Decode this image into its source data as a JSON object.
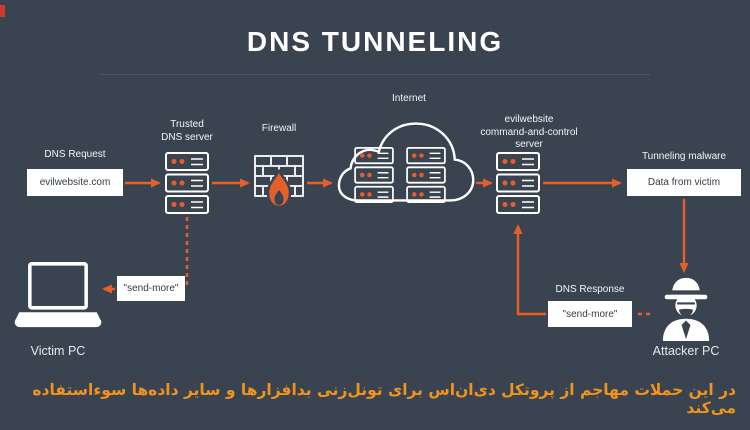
{
  "title": "DNS TUNNELING",
  "caption": "در این حملات مهاجم از پروتکل دی‌ان‌اس برای تونل‌زنی بدافزارها و سایر داده‌ها سوءاستفاده می‌کند",
  "labels": {
    "dns_request": "DNS Request",
    "trusted_dns": "Trusted\nDNS server",
    "firewall": "Firewall",
    "internet": "Internet",
    "c2": "evilwebsite\ncommand-and-control\nserver",
    "tunneling_malware": "Tunneling malware",
    "dns_response": "DNS Response",
    "victim_pc": "Victim PC",
    "attacker_pc": "Attacker PC"
  },
  "boxes": {
    "evil_domain": "evilwebsite.com",
    "data_from_victim": "Data from victim",
    "send_more_victim": "\"send-more\"",
    "send_more_attacker": "\"send-more\""
  },
  "colors": {
    "bg": "#3a4450",
    "arrow": "#e65f2b",
    "box-bg": "#ffffff",
    "box-text": "#323c46",
    "label": "#f2f4f6",
    "caption": "#f0931f",
    "divider": "#4d5761"
  }
}
